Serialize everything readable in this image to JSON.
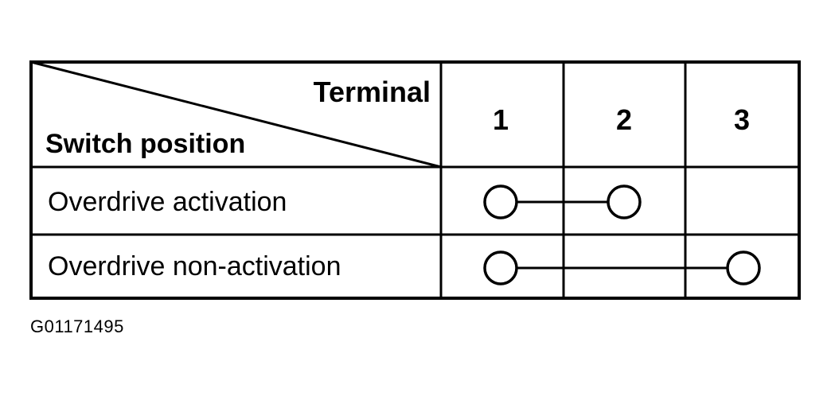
{
  "table": {
    "corner_top_label": "Terminal",
    "corner_bottom_label": "Switch position",
    "terminals": [
      "1",
      "2",
      "3"
    ],
    "rows": [
      {
        "label": "Overdrive activation",
        "connected_terminals": [
          1,
          2
        ]
      },
      {
        "label": "Overdrive non-activation",
        "connected_terminals": [
          1,
          3
        ]
      }
    ]
  },
  "figure_id": "G01171495",
  "colors": {
    "line": "#000000",
    "background": "#ffffff"
  }
}
